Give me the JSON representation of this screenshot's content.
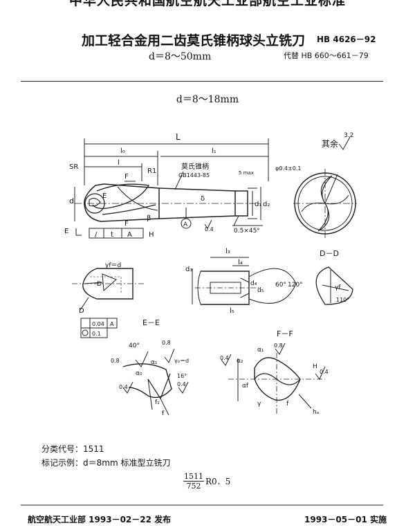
{
  "header": {
    "org_standard": "中华人民共和国航空航天工业部航空工业标准"
  },
  "title": {
    "main": "加工轻合金用二齿莫氏锥柄球头立铣刀",
    "standard_no": "HB 4626－92",
    "subtitle": "d＝8～50mm",
    "replaces": "代替 HB 660～661－79"
  },
  "section": {
    "range": "d＝8～18mm"
  },
  "drawing": {
    "labels": {
      "L": "L",
      "l0": "l₀",
      "l1": "l₁",
      "l": "l",
      "SR": "SR",
      "R1": "R1",
      "taper_name": "莫氏锥柄",
      "taper_std": "GB1443-85",
      "five_max": "5 max",
      "d": "d",
      "d1": "d₁",
      "d2": "d₂",
      "phi_hole": "φ0.4±0.1",
      "E": "E",
      "F": "F",
      "beta": "β",
      "delta": "δ",
      "A": "A",
      "chamfer": "0.5×45°",
      "rough_04": "0.4",
      "rest_rough_prefix": "其余",
      "rest_rough_value": "3.2",
      "tol_1": "/",
      "tol_2": "t",
      "tol_3": "A",
      "tol_4": "H",
      "D": "D",
      "DD": "D－D",
      "EE": "E－E",
      "FF": "F－F",
      "gamma_f_d": "γf＝d",
      "D_dot": "D",
      "gamma_f": "γf",
      "angle_110": "110°",
      "l3": "l₃",
      "l4": "l₄",
      "l5": "l₅",
      "d3": "d₃",
      "d4": "d₄",
      "d5": "d₅",
      "ang_60": "60°",
      "ang_120": "120°",
      "tol_box_a": "0.04",
      "tol_box_a_ref": "A",
      "tol_box_b": "0.1",
      "ee_40": "40°",
      "ee_08a": "0.8",
      "ee_08b": "0.8",
      "ee_a1": "α₁",
      "ee_a0": "α₀",
      "ee_gamma": "γ₀＝d",
      "ee_16": "16°",
      "ee_04a": "0.4",
      "ee_04b": "0.4",
      "ee_f1": "f₁",
      "ee_f": "f",
      "ff_04": "0.4",
      "ff_a2": "α₂",
      "ff_a1": "α₁",
      "ff_08": "0.8",
      "ff_H": "H",
      "ff_04b": "0.4",
      "ff_lambda": "γ",
      "ff_f": "f",
      "ff_ha": "hₐ",
      "ff_af": "αf"
    }
  },
  "meta": {
    "class_code": "分类代号：1511",
    "marking_example": "标记示例：d＝8mm 标准型立铣刀",
    "frac_num": "1511",
    "frac_den": "752",
    "frac_tail": "R0．5"
  },
  "footer": {
    "issued": "航空航天工业部 1993－02－22 发布",
    "effective": "1993－05－01 实施"
  }
}
